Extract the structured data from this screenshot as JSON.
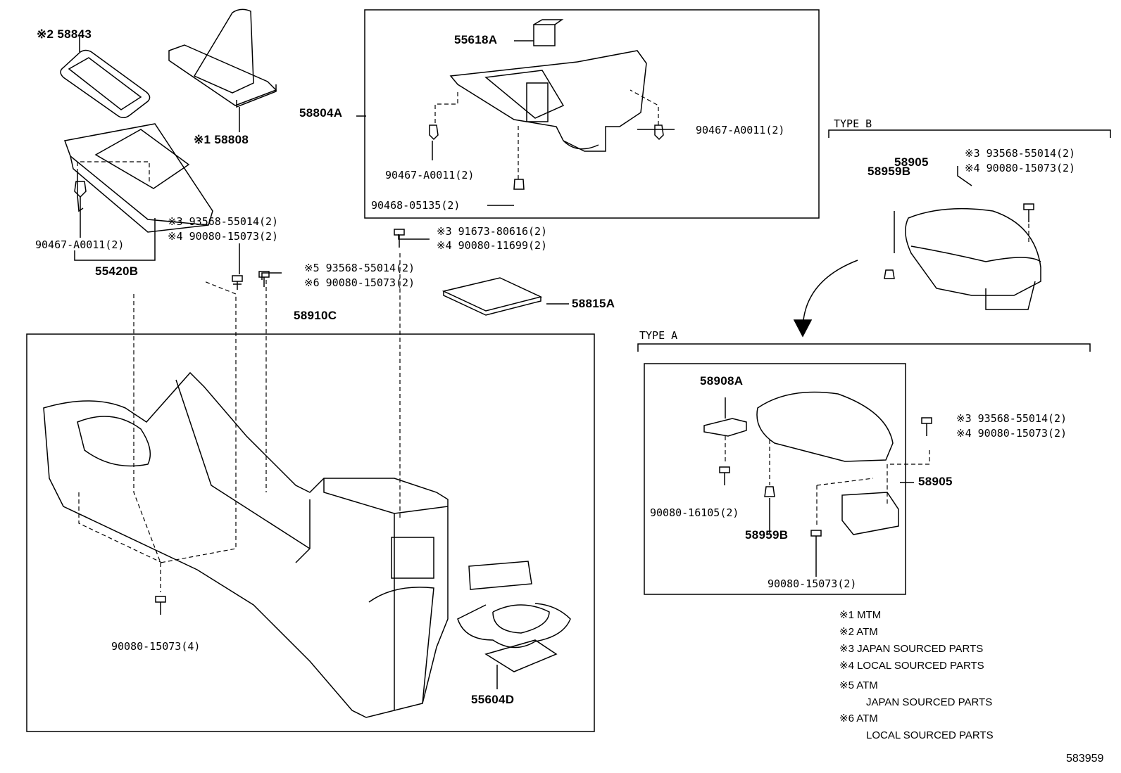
{
  "labels": {
    "n58843": "※2 58843",
    "n58808": "※1 58808",
    "n55618A": "55618A",
    "n58804A": "58804A",
    "c90467_top_right": "90467-A0011(2)",
    "c90467_top_left": "90467-A0011(2)",
    "c90468": "90468-05135(2)",
    "c90467_left": "90467-A0011(2)",
    "n55420B": "55420B",
    "s3_left": "※3 93568-55014(2)",
    "s4_left": "※4 90080-15073(2)",
    "s3_mid": "※3 91673-80616(2)",
    "s4_mid": "※4 90080-11699(2)",
    "s5": "※5 93568-55014(2)",
    "s6": "※6 90080-15073(2)",
    "n58910C": "58910C",
    "n58815A": "58815A",
    "c90080_15073_4": "90080-15073(4)",
    "n55604D": "55604D",
    "type_b": "TYPE B",
    "n58905_b": "58905",
    "n58959B_b": "58959B",
    "s3_b": "※3 93568-55014(2)",
    "s4_b": "※4 90080-15073(2)",
    "type_a": "TYPE A",
    "n58908A": "58908A",
    "s3_a": "※3 93568-55014(2)",
    "s4_a": "※4 90080-15073(2)",
    "n58905_a": "58905",
    "c90080_16105": "90080-16105(2)",
    "n58959B_a": "58959B",
    "c90080_15073_a": "90080-15073(2)"
  },
  "legend": [
    "※1 MTM",
    "※2 ATM",
    "※3 JAPAN SOURCED PARTS",
    "※4 LOCAL SOURCED PARTS",
    "※5 ATM",
    "JAPAN SOURCED PARTS",
    "※6 ATM",
    "LOCAL SOURCED PARTS"
  ],
  "diagram_id": "583959"
}
